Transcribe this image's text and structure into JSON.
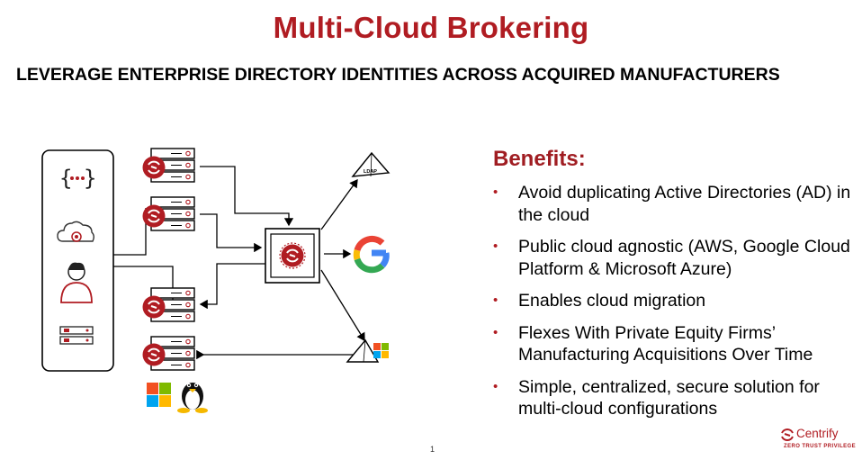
{
  "slide": {
    "title": "Multi-Cloud Brokering",
    "subtitle": "LEVERAGE ENTERPRISE DIRECTORY IDENTITIES ACROSS ACQUIRED MANUFACTURERS",
    "page_number": "1"
  },
  "diagram": {
    "ldap_label": "LDAP",
    "icons": [
      "code-braces-icon",
      "cloud-gear-icon",
      "user-icon",
      "rack-server-icon",
      "centrify-shield-icon",
      "google-g-icon",
      "microsoft-logo-icon",
      "linux-penguin-icon"
    ]
  },
  "benefits": {
    "heading": "Benefits:",
    "items": [
      "Avoid duplicating Active Directories (AD) in the cloud",
      "Public cloud agnostic (AWS, Google Cloud Platform & Microsoft Azure)",
      "Enables cloud migration",
      "Flexes With Private Equity Firms’ Manufacturing Acquisitions Over Time",
      "Simple, centralized, secure solution for multi-cloud configurations"
    ],
    "bullet": "•"
  },
  "logo": {
    "wordmark": "Centrify",
    "tagline": "ZERO TRUST PRIVILEGE"
  },
  "colors": {
    "brand_red": "#b01c22",
    "heading_red": "#a01d22",
    "google_blue": "#4285F4",
    "google_red": "#EA4335",
    "google_yellow": "#FBBC05",
    "google_green": "#34A853",
    "ms_red": "#F25022",
    "ms_green": "#7FBA00",
    "ms_blue": "#00A4EF",
    "ms_yellow": "#FFB900"
  }
}
